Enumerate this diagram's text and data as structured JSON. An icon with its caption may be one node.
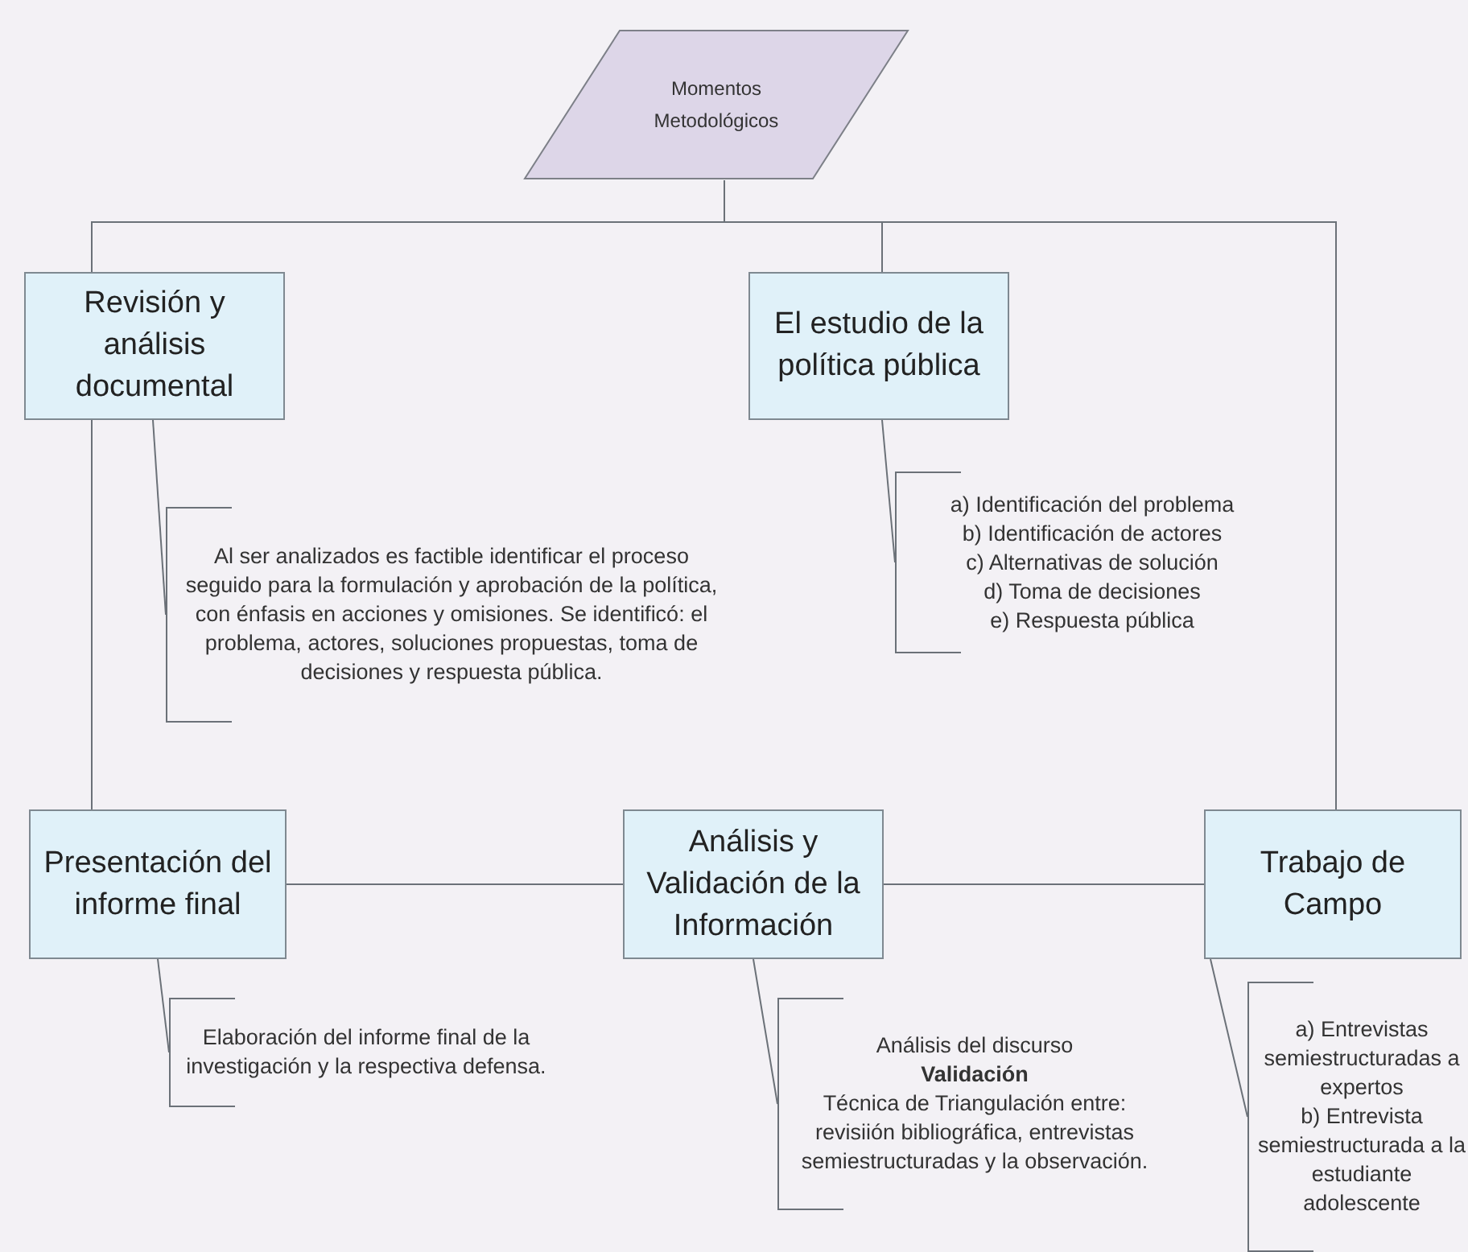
{
  "diagram": {
    "nodes": [
      {
        "text": [
          "Momentos Metodológicos"
        ]
      },
      {
        "text": [
          "Revisión y análisis documental"
        ]
      },
      {
        "text": [
          "El estudio de la política pública"
        ]
      },
      {
        "text": [
          "Al ser analizados es factible identificar el proceso seguido para la formulación y aprobación de la política, con énfasis en acciones y omisiones. Se identificó: el problema, actores, soluciones propuestas, toma de decisiones y respuesta pública."
        ]
      },
      {
        "text": [
          "a) Identificación del problema",
          "b) Identificación de actores",
          "c) Alternativas de solución",
          "d) Toma de decisiones",
          "e) Respuesta pública"
        ]
      },
      {
        "text": [
          "Presentación del informe final"
        ]
      },
      {
        "text": [
          "Análisis y Validación de la Información"
        ]
      },
      {
        "text": [
          "Trabajo de Campo"
        ]
      },
      {
        "text": [
          "Elaboración del informe final de la investigación y la respectiva defensa."
        ]
      },
      {
        "text": [
          "Análisis del discurso",
          "**Validación**",
          "Técnica de Triangulación entre: revisiión bibliográfica, entrevistas semiestructuradas y la observación."
        ]
      },
      {
        "text": [
          "a) Entrevistas semiestructuradas a expertos",
          "b) Entrevista semiestructurada a la estudiante adolescente"
        ]
      }
    ],
    "edges": [
      {
        "from": 0,
        "to": 1,
        "arrow": "none"
      },
      {
        "from": 0,
        "to": 2,
        "arrow": "none"
      },
      {
        "from": 0,
        "to": 7,
        "arrow": "none"
      },
      {
        "from": 1,
        "to": 5,
        "arrow": "none"
      },
      {
        "from": 5,
        "to": 6,
        "arrow": "none"
      },
      {
        "from": 6,
        "to": 7,
        "arrow": "none"
      },
      {
        "from": 1,
        "to": 3,
        "arrow": "none"
      },
      {
        "from": 2,
        "to": 4,
        "arrow": "none"
      },
      {
        "from": 5,
        "to": 8,
        "arrow": "none"
      },
      {
        "from": 6,
        "to": 9,
        "arrow": "none"
      },
      {
        "from": 7,
        "to": 10,
        "arrow": "none"
      }
    ]
  }
}
